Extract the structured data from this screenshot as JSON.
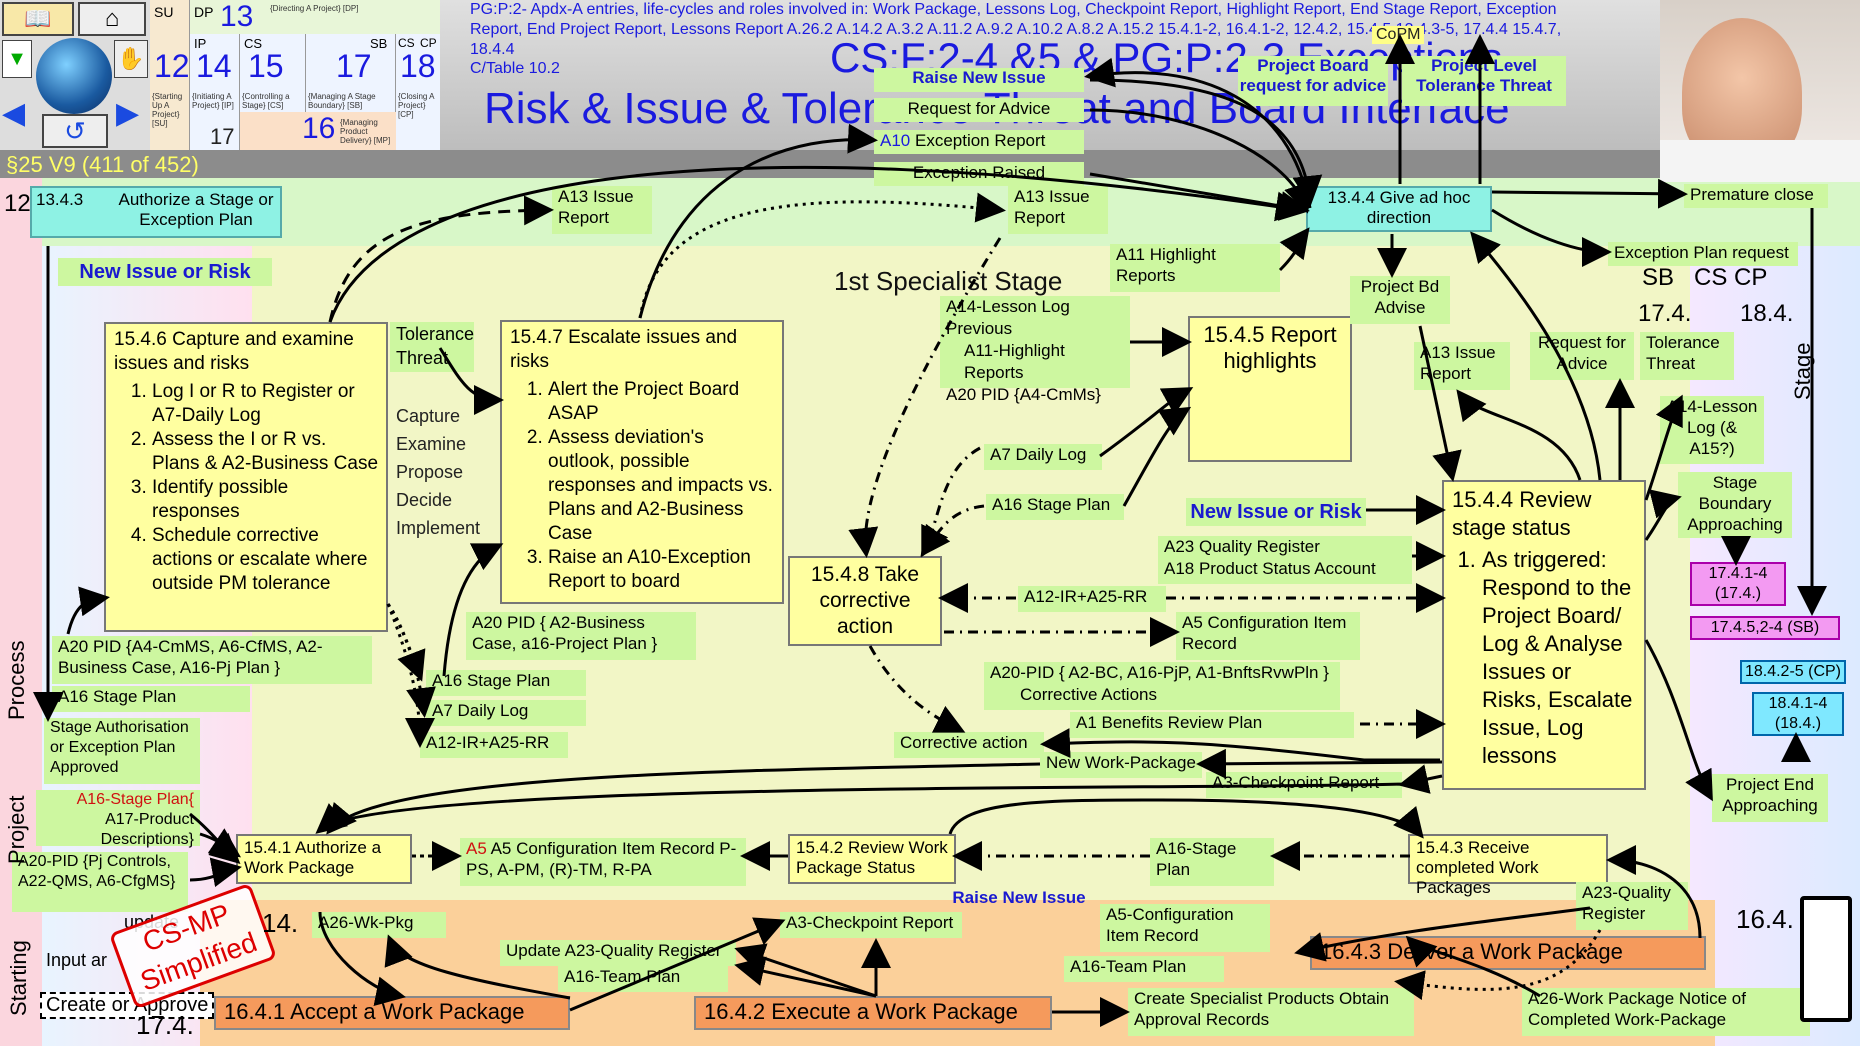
{
  "header": {
    "nav_labels": [
      "SU",
      "DP",
      "IP",
      "CS",
      "SB",
      "CS",
      "CP"
    ],
    "nav_numbers": [
      "12",
      "13",
      "14",
      "15",
      "17",
      "18",
      "16",
      "17"
    ],
    "process_texts": [
      "{Starting Up A Project} [SU]",
      "{Directing A Project} [DP]",
      "{Initiating A Project} [IP]",
      "{Controlling a Stage} [CS]",
      "{Managing A Stage Boundary} [SB]",
      "{Closing A Project} [CP]",
      "{Managing Product Delivery} [MP]"
    ],
    "slide_ref": "§25 V9 (411 of 452)",
    "refs_text": "PG:P:2-  Apdx-A entries, life-cycles and roles involved in: Work Package, Lessons Log, Checkpoint Report, Highlight Report, End Stage Report, Exception Report, End Project Report, Lessons Report   A.26.2 A.14.2 A.3.2 A.11.2 A.9.2 A.10.2 A.8.2 A.15.2 15.4.1-2, 16.4.1-2, 12.4.2, 15.4.5 13.4.3-5, 17.4.4 15.4.7, 18.4.4",
    "table_ref": "C/Table 10.2",
    "title_line1": "CS:F:2-4 &5 & PG:P:2-3 Exceptions",
    "title_line2": "Risk & Issue & Tolerance Threat and Board Interface"
  },
  "top_items": {
    "copm": "CoPM",
    "raise_new_issue": "Raise New Issue",
    "request_advice": "Request for Advice",
    "exception_report_code": "A10",
    "exception_report": "Exception Report",
    "exception_raised": "Exception Raised",
    "pb_request": "Project Board request for advice",
    "pl_threat": "Project Level Tolerance Threat",
    "premature_close": "Premature close",
    "exception_plan_request": "Exception Plan request"
  },
  "left": {
    "row_num": "12",
    "authorize_code": "13.4.3",
    "authorize_text": "Authorize a Stage or Exception Plan",
    "new_issue_risk": "New Issue or Risk",
    "stage_auth": "Stage Authorisation or Exception Plan Approved",
    "a16_stage_plan": "A16-Stage Plan{",
    "a17_desc": "A17-Product Descriptions}",
    "a20_pid": "A20-PID {Pj Controls, A22-QMS, A6-CfgMS}",
    "vertical_process": "Process",
    "vertical_project": "Project",
    "vertical_starting": "Starting",
    "update": "update",
    "input_a": "Input ar",
    "create_approve": "Create or Approve",
    "stamp_line1": "CS-MP",
    "stamp_line2": "Simplified"
  },
  "box_1546": {
    "title": "15.4.6 Capture and examine issues and risks",
    "items": [
      "Log I or R to Register or A7-Daily Log",
      "Assess the I or R vs. Plans & A2-Business Case",
      "Identify possible responses",
      "Schedule corrective actions or escalate where outside PM tolerance"
    ]
  },
  "tolerance_threat": "Tolerance Threat",
  "cepdi": [
    "Capture",
    "Examine",
    "Propose",
    "Decide",
    "Implement"
  ],
  "box_1547": {
    "title": "15.4.7 Escalate issues and risks",
    "items": [
      "Alert the Project Board ASAP",
      "Assess deviation's outlook, possible responses and impacts vs. Plans and A2-Business Case",
      "Raise an A10-Exception Report to board"
    ]
  },
  "mid": {
    "a13_issue_report": "A13 Issue Report",
    "a13_issue_report2": "A13 Issue Report",
    "stage_title": "1st Specialist Stage",
    "a14_lesson": "A14-Lesson Log Previous",
    "a11_highlight": "A11-Highlight Reports",
    "a20_pid_cm": "A20 PID {A4-CmMs}",
    "a11_highlight_reports": "A11 Highlight Reports",
    "a7_daily": "A7 Daily Log",
    "a16_stage": "A16 Stage Plan",
    "new_issue_risk2": "New Issue or Risk",
    "a23_quality": "A23 Quality Register",
    "a18_psa": "A18 Product Status Account",
    "a12_ir_rr": "A12-IR+A25-RR",
    "a5_config": "A5 Configuration Item Record",
    "a20_pid_bc": "A20-PID { A2-BC, A16-PjP, A1-BnftsRvwPln }",
    "corrective_actions": "Corrective Actions",
    "a1_benefits": "A1 Benefits Review Plan",
    "corrective_action": "Corrective action",
    "new_work_package": "New Work-Package",
    "a3_checkpoint": "A3-Checkpoint Report",
    "a20_pid_plans": "A20 PID { A2-Business Case, a16-Project Plan }",
    "a16_stage_plan2": "A16 Stage Plan",
    "a7_daily_log2": "A7 Daily Log",
    "a12_ir_rr2": "A12-IR+A25-RR",
    "a20_pid_left": "A20 PID {A4-CmMS, A6-CfMS, A2-Business Case, A16-Pj Plan }",
    "a16_stage_left": "A16 Stage Plan"
  },
  "box_1548": "15.4.8 Take corrective action",
  "box_1545": "15.4.5 Report highlights",
  "box_1544": {
    "title": "15.4.4 Review stage status",
    "item": "As triggered: Respond to the Project Board/ Log & Analyse Issues or Risks, Escalate Issue, Log lessons"
  },
  "box_1344": "13.4.4 Give ad hoc direction",
  "right": {
    "project_bd_advise": "Project Bd Advise",
    "a13_issue_report3": "A13 Issue Report",
    "request_for_advice": "Request for Advice",
    "tolerance_threat2": "Tolerance Threat",
    "sb_cs_cp": "SB   CS CP",
    "num_174": "17.4.",
    "num_184": "18.4.",
    "a14_lesson_log": "A14-Lesson Log (& A15?)",
    "stage_boundary": "Stage Boundary Approaching",
    "vert_stage": "Stage",
    "box_1741": "17.4.1-4 (17.4.)",
    "box_1745": "17.4.5,2-4 (SB)",
    "box_1842": "18.4.2-5 (CP)",
    "box_1841": "18.4.1-4 (18.4.)",
    "project_end": "Project End Approaching"
  },
  "bottom": {
    "box_1541": "15.4.1 Authorize a Work Package",
    "a5_cir": "A5 Configuration Item Record P-PS, A-PM, (R)-TM, R-PA",
    "box_1542": "15.4.2 Review Work Package Status",
    "a16_stage_plan": "A16-Stage Plan",
    "box_1543": "15.4.3 Receive completed Work Packages",
    "raise_new_issue": "Raise New Issue",
    "num_14": "14.",
    "a26_wk_pkg": "A26-Wk-Pkg",
    "a3_checkpoint": "A3-Checkpoint Report",
    "a5_cir2": "A5-Configuration Item Record",
    "a23_quality2": "A23-Quality Register",
    "update_a23": "Update A23-Quality Register",
    "a16_team_plan": "A16-Team Plan",
    "a16_team_plan2": "A16-Team Plan",
    "box_1643": "16.4.3 Deliver a Work Package",
    "num_164": "16.4.",
    "box_1641": "16.4.1 Accept a Work Package",
    "box_1642": "16.4.2 Execute a Work Package",
    "create_specialist": "Create Specialist Products Obtain Approval Records",
    "a26_notice": "A26-Work Package Notice of Completed Work-Package",
    "num_174b": "17.4."
  }
}
